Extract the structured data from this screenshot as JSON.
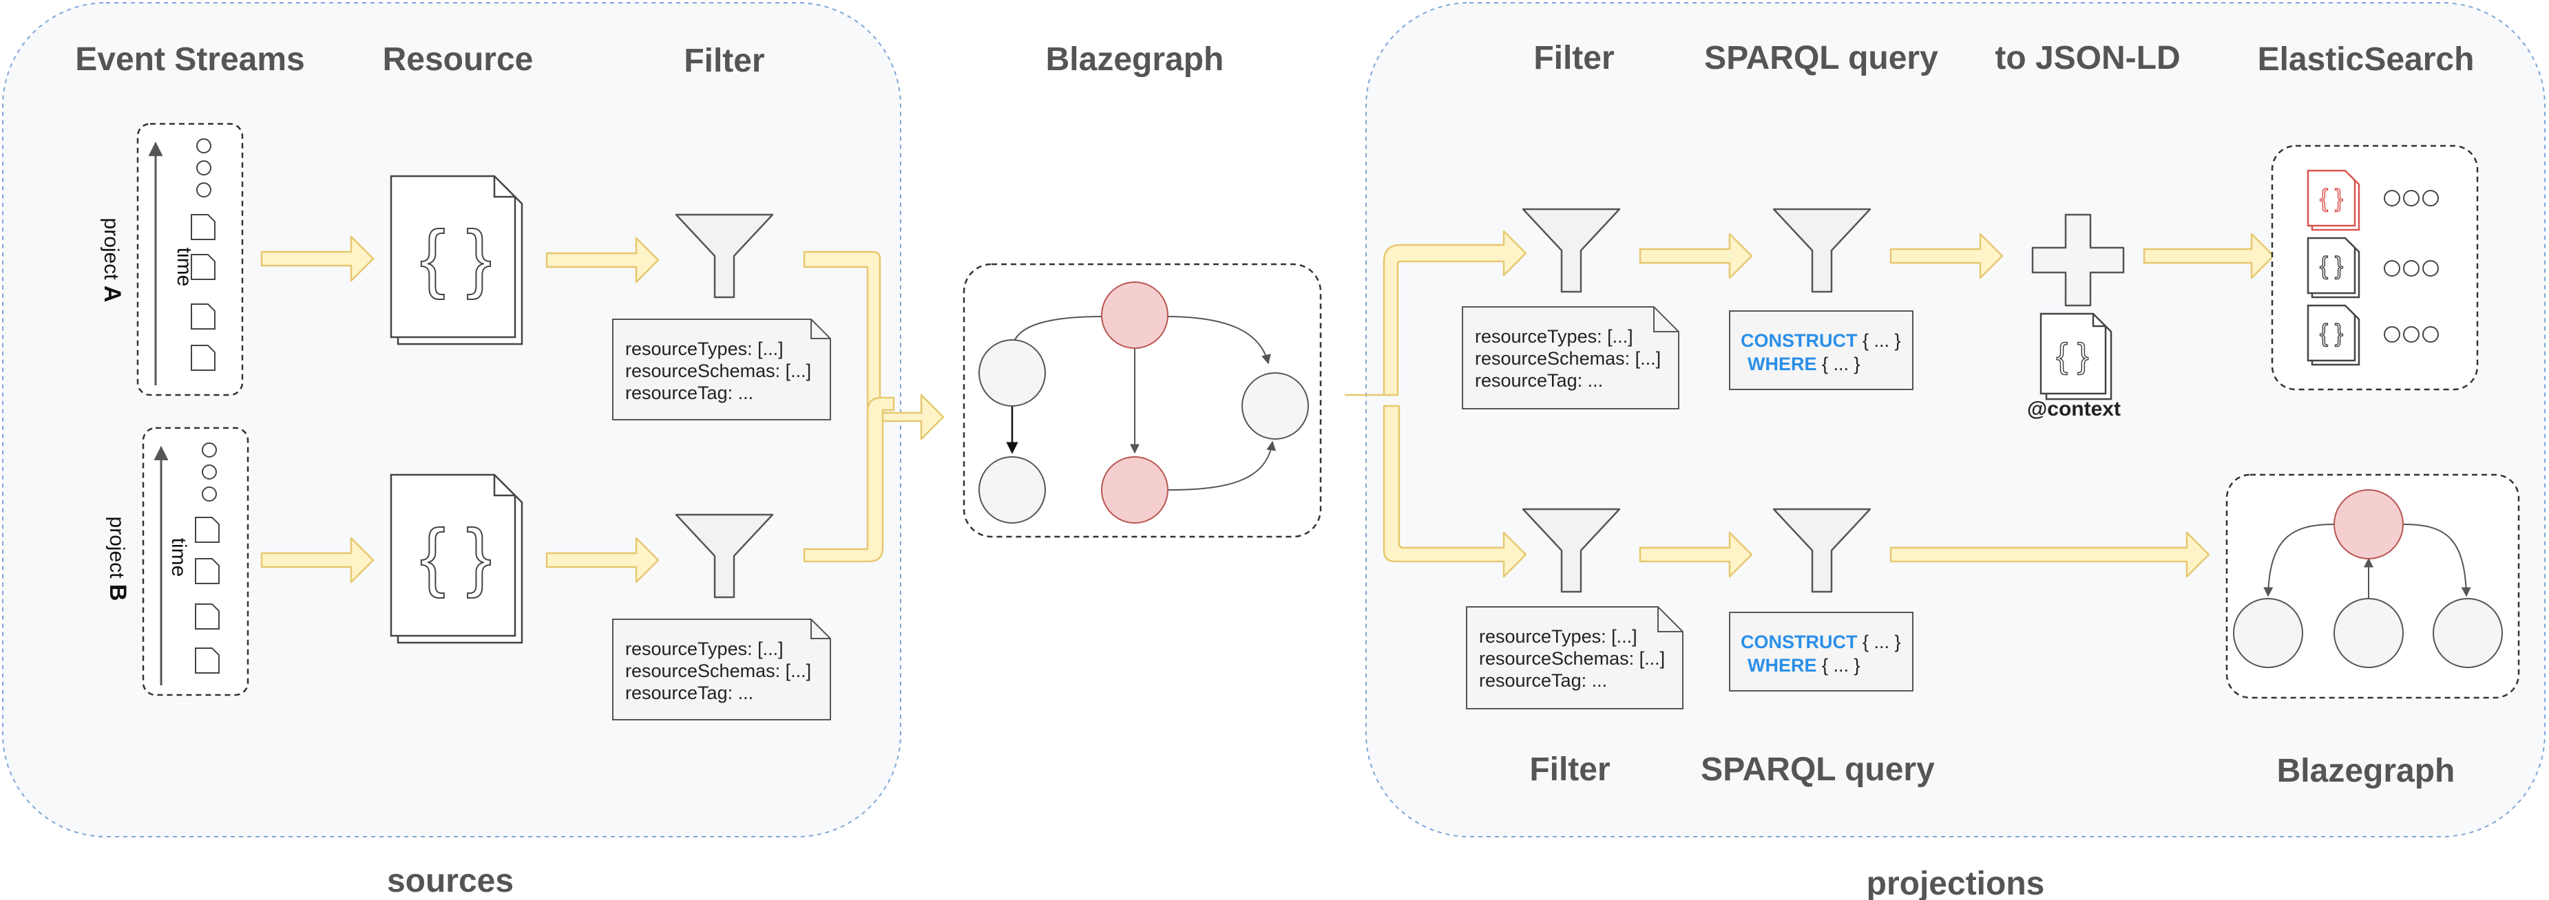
{
  "sources": {
    "group_label": "sources",
    "headers": {
      "event_streams": "Event Streams",
      "resource": "Resource",
      "filter": "Filter",
      "blazegraph": "Blazegraph"
    },
    "projects": [
      {
        "label_prefix": "project ",
        "label_letter": "A",
        "time_label": "time"
      },
      {
        "label_prefix": "project ",
        "label_letter": "B",
        "time_label": "time"
      }
    ],
    "filter_note": {
      "line1": "resourceTypes: [...]",
      "line2": "resourceSchemas: [...]",
      "line3": "resourceTag: ..."
    }
  },
  "projections": {
    "group_label": "projections",
    "top_headers": {
      "filter": "Filter",
      "sparql_query": "SPARQL query",
      "to_jsonld": "to JSON-LD",
      "elasticsearch": "ElasticSearch"
    },
    "bottom_headers": {
      "filter": "Filter",
      "sparql_query": "SPARQL query",
      "blazegraph": "Blazegraph"
    },
    "filter_note": {
      "line1": "resourceTypes: [...]",
      "line2": "resourceSchemas: [...]",
      "line3": "resourceTag: ..."
    },
    "query": {
      "construct_kw": "CONSTRUCT",
      "construct_rest": " { ... }",
      "where_kw": "WHERE",
      "where_rest": " { ... }"
    },
    "context_label": "@context"
  },
  "icons": {
    "braces_glyph": "{ }",
    "small_braces_glyph": "{ }"
  },
  "colors": {
    "group_fill": "#f8f9fb",
    "group_stroke": "#7ea6d8",
    "arrow_fill": "#fff3c8",
    "arrow_stroke": "#e6c86e",
    "node_red": "#f5cfcf",
    "node_red_stroke": "#b85450",
    "node_grey": "#f5f5f5",
    "keyword_blue": "#2b8fe8",
    "doc_red": "#d9534f"
  }
}
